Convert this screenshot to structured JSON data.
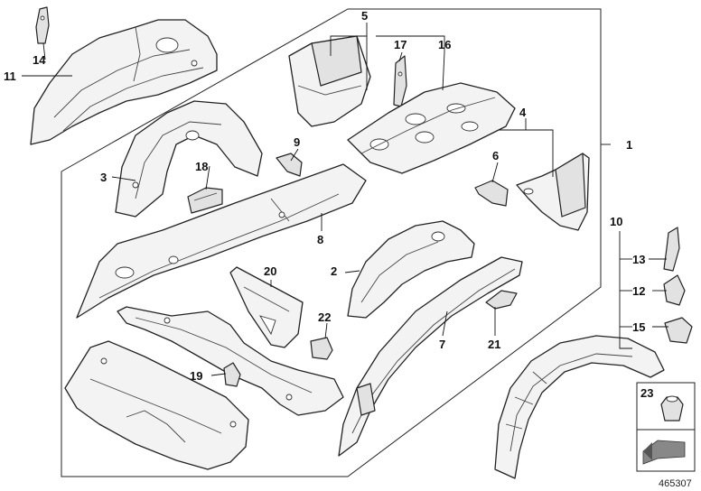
{
  "diagram": {
    "document_number": "465307",
    "callouts": {
      "c1": "1",
      "c2": "2",
      "c3": "3",
      "c4": "4",
      "c5": "5",
      "c6": "6",
      "c7": "7",
      "c8": "8",
      "c9": "9",
      "c10": "10",
      "c11": "11",
      "c12": "12",
      "c13": "13",
      "c14": "14",
      "c15": "15",
      "c16": "16",
      "c17": "17",
      "c18": "18",
      "c19": "19",
      "c20": "20",
      "c21": "21",
      "c22": "22",
      "c23": "23"
    }
  }
}
